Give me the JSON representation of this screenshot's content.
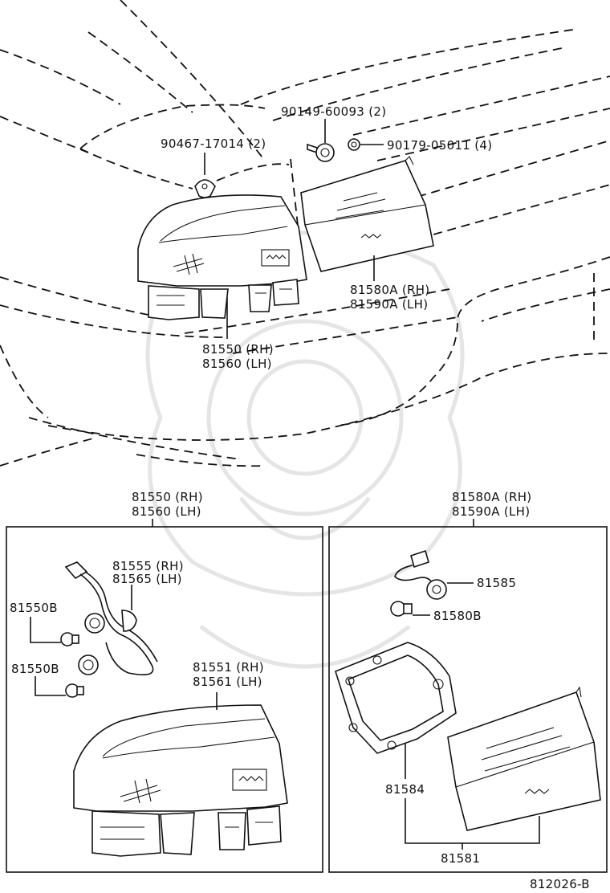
{
  "labels": {
    "screw": "90149-60093 (2)",
    "clip": "90467-17014 (2)",
    "nut": "90179-05011 (4)",
    "lamp_top_rh": "81580A (RH)",
    "lamp_top_lh": "81590A (LH)",
    "tail_top_rh": "81550 (RH)",
    "tail_top_lh": "81560 (LH)",
    "tail_box_rh": "81550 (RH)",
    "tail_box_lh": "81560 (LH)",
    "lamp_box_rh": "81580A (RH)",
    "lamp_box_lh": "81590A (LH)",
    "socket_rh": "81555 (RH)",
    "socket_lh": "81565 (LH)",
    "bulb1": "81550B",
    "bulb2": "81550B",
    "lens_rh": "81551 (RH)",
    "lens_lh": "81561 (LH)",
    "socket_right": "81585",
    "bulb_right": "81580B",
    "gasket": "81584",
    "lens_right": "81581",
    "figure_id": "812026-B"
  }
}
